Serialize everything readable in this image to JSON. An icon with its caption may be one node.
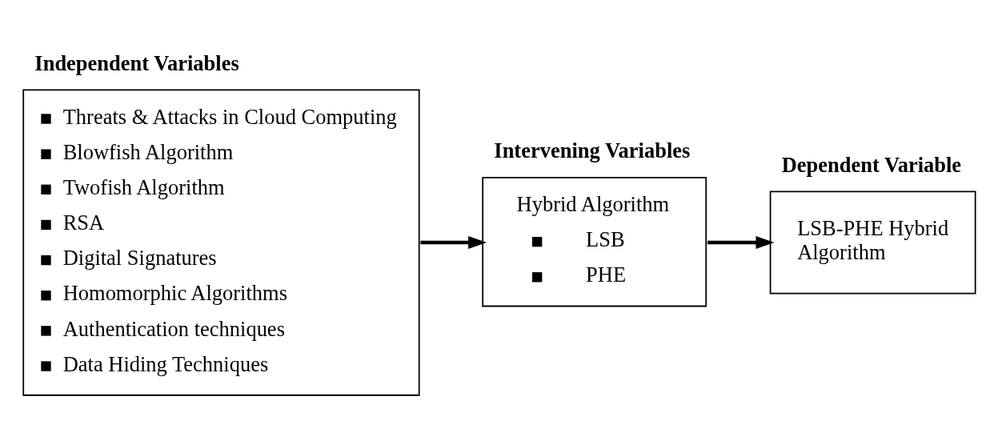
{
  "diagram": {
    "nodes": [
      {
        "text": [
          "Independent Variables",
          "Threats & Attacks in Cloud Computing",
          "Blowfish Algorithm",
          "Twofish Algorithm",
          "RSA",
          "Digital Signatures",
          "Homomorphic Algorithms",
          "Authentication techniques",
          "Data Hiding Techniques"
        ]
      },
      {
        "text": [
          "Intervening Variables",
          "Hybrid Algorithm",
          "LSB",
          "PHE"
        ]
      },
      {
        "text": [
          "Dependent Variable",
          "LSB-PHE Hybrid Algorithm"
        ]
      }
    ],
    "edges": [
      {
        "from": 0,
        "to": 1,
        "arrow": "to"
      },
      {
        "from": 1,
        "to": 2,
        "arrow": "to"
      }
    ]
  }
}
